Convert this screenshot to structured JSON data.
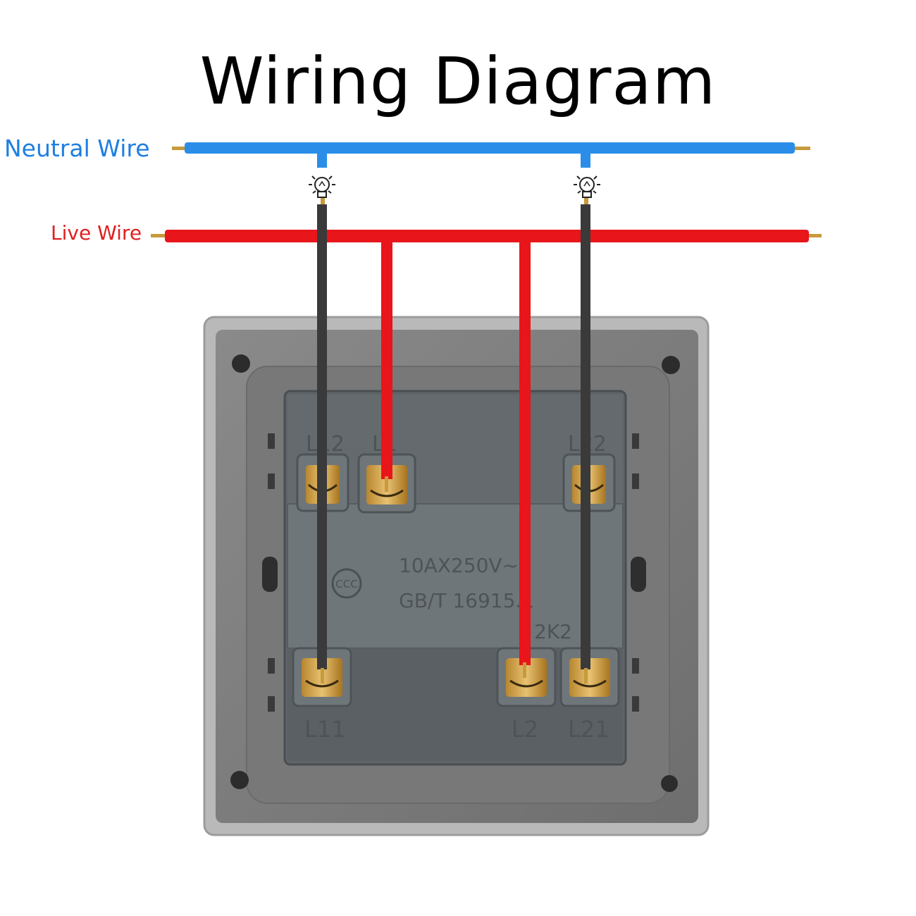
{
  "title": "Wiring Diagram",
  "wires": {
    "neutral_label": "Neutral Wire",
    "live_label": "Live Wire",
    "neutral_color": "#2a8ee8",
    "live_color": "#e8151b",
    "load_wire_color": "#3a3a3a"
  },
  "switch": {
    "terminals_top": [
      "L12",
      "L1",
      "L22"
    ],
    "terminals_bottom": [
      "L11",
      "L2",
      "L21"
    ],
    "rating": "10AX250V~",
    "standard": "GB/T 16915.1",
    "model": "2K2"
  },
  "icons": {
    "lamp_left": "light-bulb-icon",
    "lamp_right": "light-bulb-icon"
  }
}
